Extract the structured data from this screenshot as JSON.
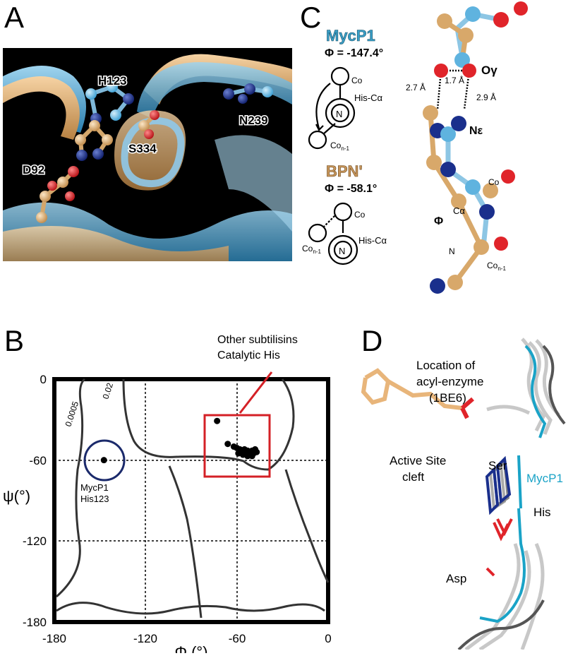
{
  "panels": {
    "a": "A",
    "b": "B",
    "c": "C",
    "d": "D"
  },
  "panel_a": {
    "labels": [
      "H123",
      "S334",
      "N239",
      "D92"
    ],
    "colors": {
      "mycp1": "#5fb3df",
      "bpn": "#e8b57a",
      "nitrogen": "#1a2f8c",
      "oxygen": "#e0242a"
    }
  },
  "panel_c": {
    "mycp1_name": "MycP1",
    "mycp1_phi": "Φ = -147.4°",
    "bpn_name": "BPN'",
    "bpn_phi": "Φ = -58.1°",
    "co": "Co",
    "his_ca": "His-Cα",
    "co_prev": "Co",
    "sub_n1": "n-1",
    "n": "N",
    "ogamma": "Oγ",
    "nepsilon": "Nε",
    "calpha": "Cα",
    "phi": "Φ",
    "distances": [
      "2.7 Å",
      "1.7 Å",
      "2.9 Å"
    ],
    "colors": {
      "mycp1": "#3aa0c8",
      "bpn": "#c7955a"
    }
  },
  "panel_d": {
    "acyl_label_line1": "Location of",
    "acyl_label_line2": "acyl-enzyme",
    "acyl_label_line3": "(1BE6)",
    "cleft_line1": "Active Site",
    "cleft_line2": "cleft",
    "ser": "Ser",
    "his": "His",
    "asp": "Asp",
    "mycp1": "MycP1",
    "colors": {
      "mycp1": "#1aa3c7"
    }
  },
  "chart_data": {
    "type": "scatter",
    "xlabel": "Φ (°)",
    "ylabel": "ψ(°)",
    "xlim": [
      -180,
      0
    ],
    "ylim": [
      -180,
      0
    ],
    "xticks": [
      "-180",
      "-120",
      "-60",
      "0"
    ],
    "yticks": [
      "0",
      "-60",
      "-120",
      "-180"
    ],
    "contour_labels": [
      "0.0005",
      "0.02"
    ],
    "annotation_box_label_line1": "Other subtilisins",
    "annotation_box_label_line2": "Catalytic His",
    "highlight_label_line1": "MycP1",
    "highlight_label_line2": "His123",
    "series": [
      {
        "name": "MycP1 His123",
        "points": [
          [
            -147.4,
            -60
          ]
        ]
      },
      {
        "name": "Other subtilisins Catalytic His",
        "points": [
          [
            -73,
            -31
          ],
          [
            -66,
            -48
          ],
          [
            -62,
            -50
          ],
          [
            -60,
            -51
          ],
          [
            -58,
            -52
          ],
          [
            -57,
            -54
          ],
          [
            -55,
            -52
          ],
          [
            -54,
            -55
          ],
          [
            -53,
            -53
          ],
          [
            -52,
            -56
          ],
          [
            -51,
            -54
          ],
          [
            -50,
            -53
          ],
          [
            -49,
            -55
          ],
          [
            -48,
            -52
          ],
          [
            -56,
            -56
          ],
          [
            -59,
            -55
          ],
          [
            -53,
            -57
          ],
          [
            -50,
            -57
          ],
          [
            -47,
            -54
          ],
          [
            -58.1,
            -53
          ]
        ]
      }
    ],
    "colors": {
      "box": "#d42026",
      "circle": "#1b2a6b"
    }
  }
}
